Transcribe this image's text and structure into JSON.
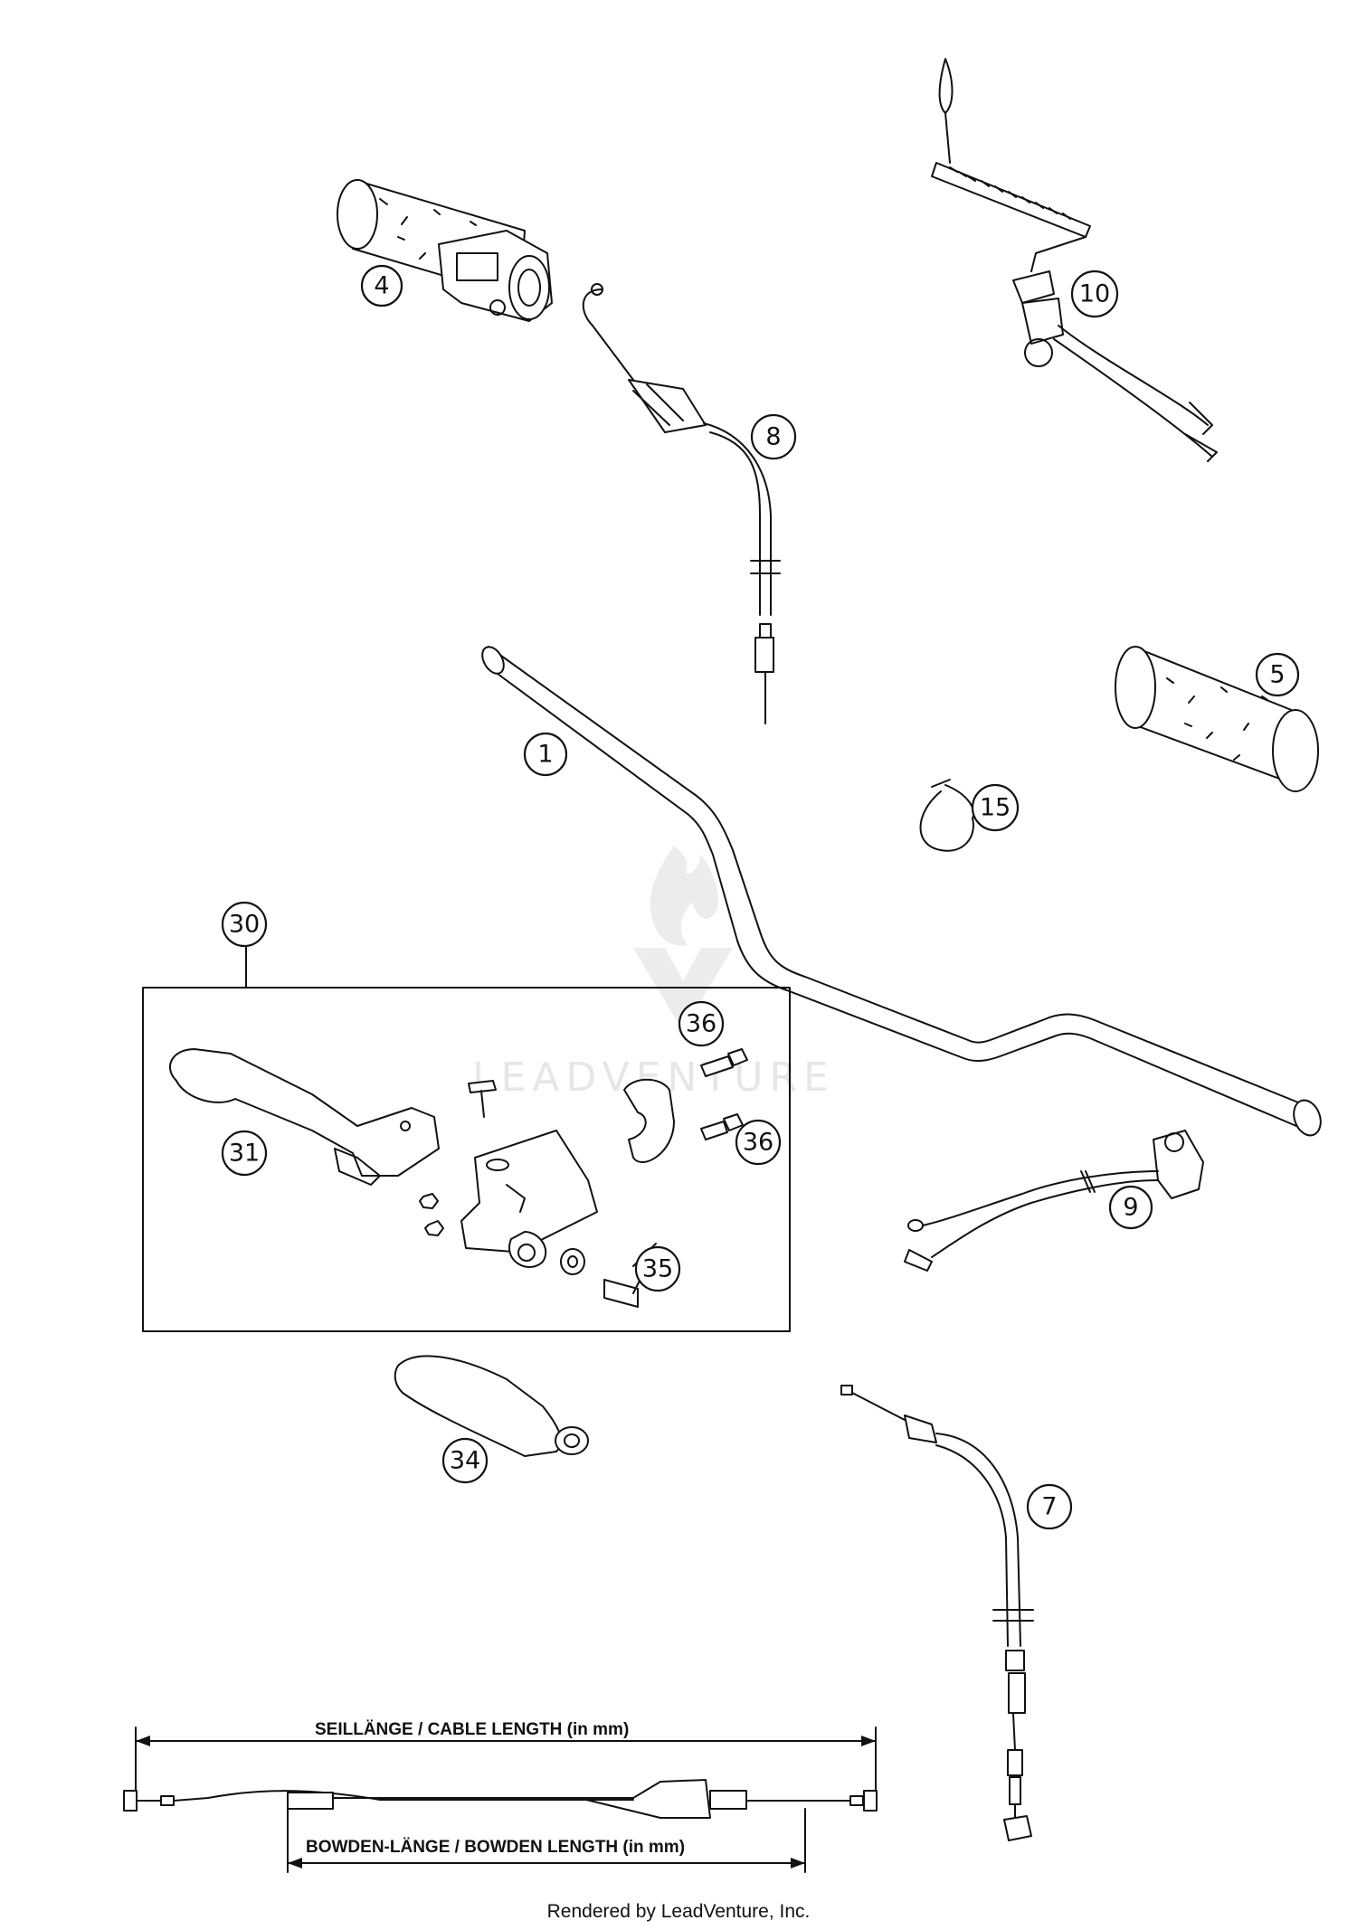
{
  "diagram": {
    "callouts": [
      {
        "id": "c4",
        "label": "4"
      },
      {
        "id": "c10",
        "label": "10"
      },
      {
        "id": "c8",
        "label": "8"
      },
      {
        "id": "c5",
        "label": "5"
      },
      {
        "id": "c1",
        "label": "1"
      },
      {
        "id": "c15",
        "label": "15"
      },
      {
        "id": "c30",
        "label": "30"
      },
      {
        "id": "c36a",
        "label": "36"
      },
      {
        "id": "c36b",
        "label": "36"
      },
      {
        "id": "c31",
        "label": "31"
      },
      {
        "id": "c9",
        "label": "9"
      },
      {
        "id": "c35",
        "label": "35"
      },
      {
        "id": "c34",
        "label": "34"
      },
      {
        "id": "c7",
        "label": "7"
      }
    ],
    "cable_length_label": "SEILLÄNGE / CABLE LENGTH   (in mm)",
    "bowden_length_label": "BOWDEN-LÄNGE / BOWDEN LENGTH   (in mm)",
    "watermark": "LEADVENTURE",
    "footer": "Rendered by LeadVenture, Inc."
  }
}
